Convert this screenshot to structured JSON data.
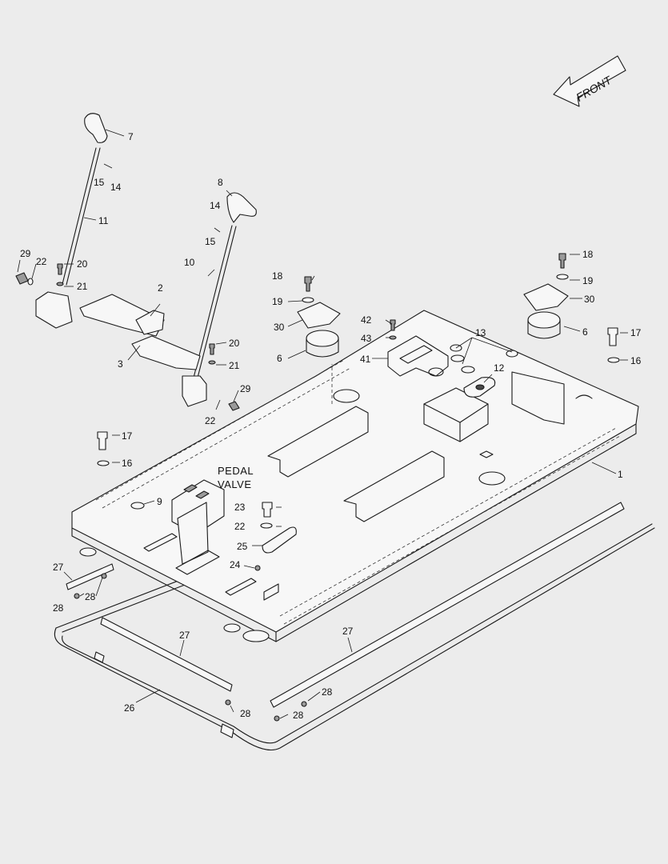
{
  "direction_label": "FRONT",
  "pedal_valve_label": [
    "PEDAL",
    "VALVE"
  ],
  "callouts": [
    {
      "id": "c1",
      "text": "1"
    },
    {
      "id": "c2",
      "text": "2"
    },
    {
      "id": "c3",
      "text": "3"
    },
    {
      "id": "c6a",
      "text": "6"
    },
    {
      "id": "c6b",
      "text": "6"
    },
    {
      "id": "c7",
      "text": "7"
    },
    {
      "id": "c8",
      "text": "8"
    },
    {
      "id": "c9",
      "text": "9"
    },
    {
      "id": "c10",
      "text": "10"
    },
    {
      "id": "c11",
      "text": "11"
    },
    {
      "id": "c12",
      "text": "12"
    },
    {
      "id": "c13",
      "text": "13"
    },
    {
      "id": "c14a",
      "text": "14"
    },
    {
      "id": "c14b",
      "text": "14"
    },
    {
      "id": "c15a",
      "text": "15"
    },
    {
      "id": "c15b",
      "text": "15"
    },
    {
      "id": "c16a",
      "text": "16"
    },
    {
      "id": "c16b",
      "text": "16"
    },
    {
      "id": "c17a",
      "text": "17"
    },
    {
      "id": "c17b",
      "text": "17"
    },
    {
      "id": "c18a",
      "text": "18"
    },
    {
      "id": "c18b",
      "text": "18"
    },
    {
      "id": "c19a",
      "text": "19"
    },
    {
      "id": "c19b",
      "text": "19"
    },
    {
      "id": "c20a",
      "text": "20"
    },
    {
      "id": "c20b",
      "text": "20"
    },
    {
      "id": "c21a",
      "text": "21"
    },
    {
      "id": "c21b",
      "text": "21"
    },
    {
      "id": "c22a",
      "text": "22"
    },
    {
      "id": "c22b",
      "text": "22"
    },
    {
      "id": "c22c",
      "text": "22"
    },
    {
      "id": "c23",
      "text": "23"
    },
    {
      "id": "c24",
      "text": "24"
    },
    {
      "id": "c25",
      "text": "25"
    },
    {
      "id": "c26",
      "text": "26"
    },
    {
      "id": "c27a",
      "text": "27"
    },
    {
      "id": "c27b",
      "text": "27"
    },
    {
      "id": "c27c",
      "text": "27"
    },
    {
      "id": "c28a",
      "text": "28"
    },
    {
      "id": "c28b",
      "text": "28"
    },
    {
      "id": "c28c",
      "text": "28"
    },
    {
      "id": "c28d",
      "text": "28"
    },
    {
      "id": "c28e",
      "text": "28"
    },
    {
      "id": "c29a",
      "text": "29"
    },
    {
      "id": "c29b",
      "text": "29"
    },
    {
      "id": "c30a",
      "text": "30"
    },
    {
      "id": "c30b",
      "text": "30"
    },
    {
      "id": "c41",
      "text": "41"
    },
    {
      "id": "c42",
      "text": "42"
    },
    {
      "id": "c43",
      "text": "43"
    }
  ]
}
